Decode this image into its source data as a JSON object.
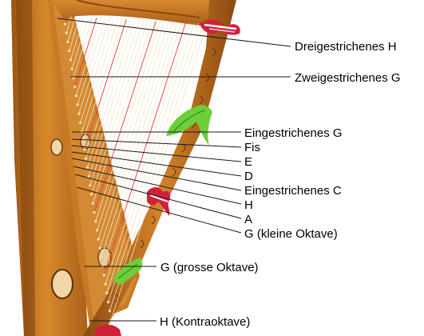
{
  "diagram": {
    "labels": [
      {
        "key": "h3",
        "text": "Dreigestrichenes H"
      },
      {
        "key": "g2",
        "text": "Zweigestrichenes G"
      },
      {
        "key": "g1",
        "text": "Eingestrichenes G"
      },
      {
        "key": "fis",
        "text": "Fis"
      },
      {
        "key": "e",
        "text": "E"
      },
      {
        "key": "d",
        "text": "D"
      },
      {
        "key": "c1",
        "text": "Eingestrichenes C"
      },
      {
        "key": "h",
        "text": "H"
      },
      {
        "key": "a",
        "text": "A"
      },
      {
        "key": "g",
        "text": "G (kleine Oktave)"
      },
      {
        "key": "gg",
        "text": "G (grosse Oktave)"
      },
      {
        "key": "hk",
        "text": "H (Kontraoktave)"
      }
    ]
  },
  "colors": {
    "wood_dark": "#8a4a12",
    "wood_mid": "#c9761f",
    "wood_light": "#e6a04a",
    "string": "#f2e6c8",
    "ribbon_red": "#d0203a",
    "ribbon_green": "#6ccf3a"
  }
}
